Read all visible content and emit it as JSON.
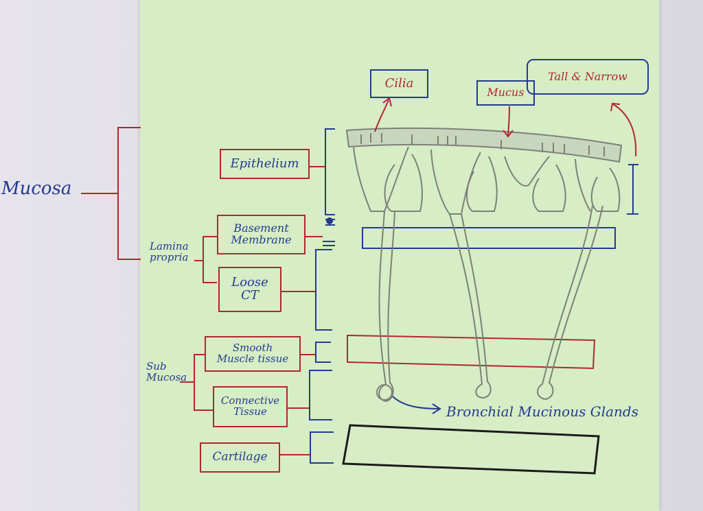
{
  "labels": {
    "mucosa": "Mucosa",
    "lamina_propria": "Lamina\npropria",
    "sub_mucosa": "Sub\nMucosa",
    "epithelium": "Epithelium",
    "basement_membrane": "Basement\nMembrane",
    "loose_ct": "Loose\nCT",
    "smooth_muscle": "Smooth\nMuscle tissue",
    "connective_tissue": "Connective\nTissue",
    "cartilage": "Cartilage",
    "cilia": "Cilia",
    "mucus": "Mucus",
    "tall_narrow": "Tall & Narrow",
    "glands": "Bronchial Mucinous Glands"
  },
  "colors": {
    "ink_blue": "#243a8f",
    "ink_red": "#b3262d",
    "pencil": "#7d8078",
    "paper": "#d6edc5"
  }
}
